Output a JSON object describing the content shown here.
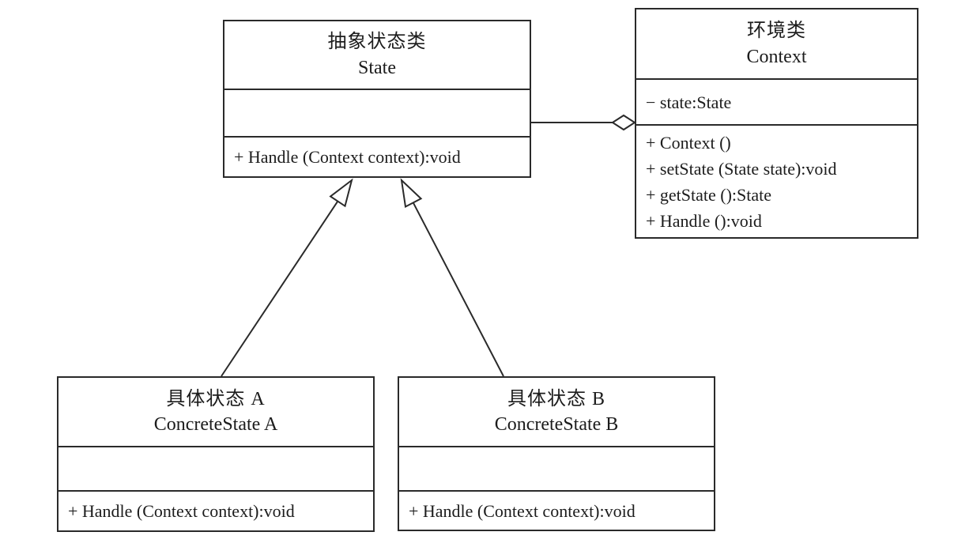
{
  "diagram": {
    "kind": "uml-class-diagram",
    "pattern": "State"
  },
  "classes": {
    "state": {
      "name_cn": "抽象状态类",
      "name_en": "State",
      "attributes": [],
      "methods": [
        "+ Handle (Context context):void"
      ]
    },
    "context": {
      "name_cn": "环境类",
      "name_en": "Context",
      "attributes": [
        "− state:State"
      ],
      "methods": [
        "+ Context ()",
        "+ setState (State state):void",
        "+ getState ():State",
        "+ Handle ():void"
      ]
    },
    "concrete_a": {
      "name_cn": "具体状态 A",
      "name_en": "ConcreteState A",
      "attributes": [],
      "methods": [
        "+ Handle (Context context):void"
      ]
    },
    "concrete_b": {
      "name_cn": "具体状态 B",
      "name_en": "ConcreteState B",
      "attributes": [],
      "methods": [
        "+ Handle (Context context):void"
      ]
    }
  },
  "relationships": [
    {
      "type": "aggregation",
      "owner": "context",
      "part": "state"
    },
    {
      "type": "generalization",
      "child": "concrete_a",
      "parent": "state"
    },
    {
      "type": "generalization",
      "child": "concrete_b",
      "parent": "state"
    }
  ],
  "colors": {
    "stroke": "#2a2a2a",
    "background": "#ffffff"
  }
}
